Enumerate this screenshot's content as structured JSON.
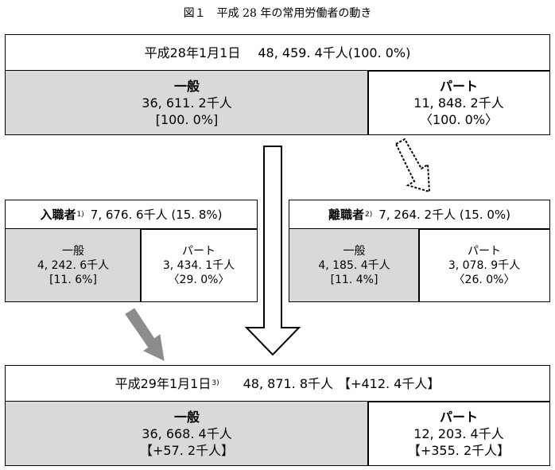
{
  "figure_title": "図１　平成 28 年の常用労働者の動き",
  "start": {
    "date": "平成28年1月1日",
    "total": "48, 459. 4千人(100. 0%)",
    "general": {
      "label": "一般",
      "value": "36, 611. 2千人",
      "pct": "[100. 0%]"
    },
    "part": {
      "label": "パート",
      "value": "11, 848. 2千人",
      "pct": "〈100. 0%〉"
    }
  },
  "hires": {
    "label": "入職者",
    "note": "1)",
    "total": "7, 676. 6千人 (15. 8%)",
    "general": {
      "label": "一般",
      "value": "4, 242. 6千人",
      "pct": "[11. 6%]"
    },
    "part": {
      "label": "パート",
      "value": "3, 434. 1千人",
      "pct": "〈29. 0%〉"
    }
  },
  "separations": {
    "label": "離職者",
    "note": "2)",
    "total": "7, 264. 2千人 (15. 0%)",
    "general": {
      "label": "一般",
      "value": "4, 185. 4千人",
      "pct": "[11. 4%]"
    },
    "part": {
      "label": "パート",
      "value": "3, 078. 9千人",
      "pct": "〈26. 0%〉"
    }
  },
  "end": {
    "date": "平成29年1月1日",
    "note": "3)",
    "total": "48, 871. 8千人",
    "change": "【+412. 4千人】",
    "general": {
      "label": "一般",
      "value": "36, 668. 4千人",
      "change": "【+57. 2千人】"
    },
    "part": {
      "label": "パート",
      "value": "12, 203. 4千人",
      "change": "【+355. 2千人】"
    }
  },
  "colors": {
    "gray_fill": "#d9d9d9",
    "arrow_gray": "#8c8c8c",
    "border": "#000000"
  }
}
